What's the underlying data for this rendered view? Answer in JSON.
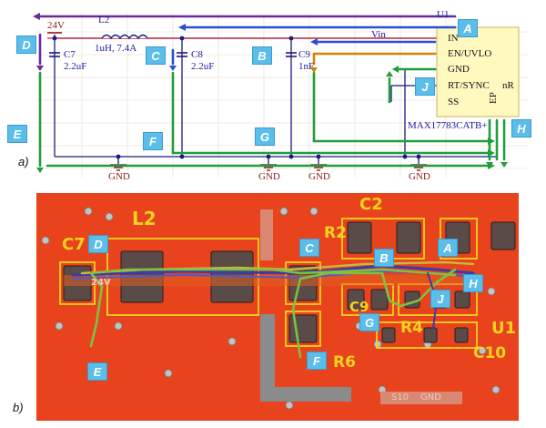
{
  "schematic": {
    "panel_label": "a)",
    "net_24v": "24V",
    "inductor_ref": "L2",
    "inductor_val": "1uH, 7.4A",
    "c7_ref": "C7",
    "c7_val": "2.2uF",
    "c8_ref": "C8",
    "c8_val": "2.2uF",
    "c9_ref": "C9",
    "c9_val": "1nF",
    "vin_label": "Vin",
    "u1_ref": "U1",
    "pin_in": "IN",
    "pin_en": "EN/UVLO",
    "pin_gnd": "GND",
    "pin_rt": "RT/SYNC",
    "pin_ss": "SS",
    "pin_nr": "nR",
    "pin_ep": "EP",
    "chip_name": "MAX17783CATB+",
    "gnd1": "GND",
    "gnd2": "GND",
    "gnd3": "GND",
    "gnd4": "GND",
    "tags": {
      "a": "A",
      "b": "B",
      "c": "C",
      "d": "D",
      "e": "E",
      "f": "F",
      "g": "G",
      "h": "H",
      "j": "J"
    }
  },
  "pcb": {
    "panel_label": "b)",
    "silk_l2": "L2",
    "silk_c7": "C7",
    "silk_c2": "C2",
    "silk_r2": "R2",
    "silk_r4": "R4",
    "silk_r6": "R6",
    "silk_u1": "U1",
    "silk_c10": "C10",
    "silk_c9": "C9",
    "silk_24v": "24V",
    "silk_s10": "S10",
    "silk_gnd": "GND",
    "tags": {
      "a": "A",
      "b": "B",
      "c": "C",
      "d": "D",
      "e": "E",
      "f": "F",
      "g": "G",
      "h": "H",
      "j": "J"
    }
  },
  "colors": {
    "pcb_copper": "#e8431c",
    "pad": "#5a4a48",
    "silkscreen": "#f5d21e",
    "trace_green": "#7cc242",
    "trace_blue": "#3c3ca8",
    "schematic_green": "#1f9e3a",
    "schematic_purple": "#6a2a9a",
    "schematic_blue": "#2a4fd0",
    "schematic_orange": "#d98200",
    "tag_fill": "#5bbde9"
  }
}
